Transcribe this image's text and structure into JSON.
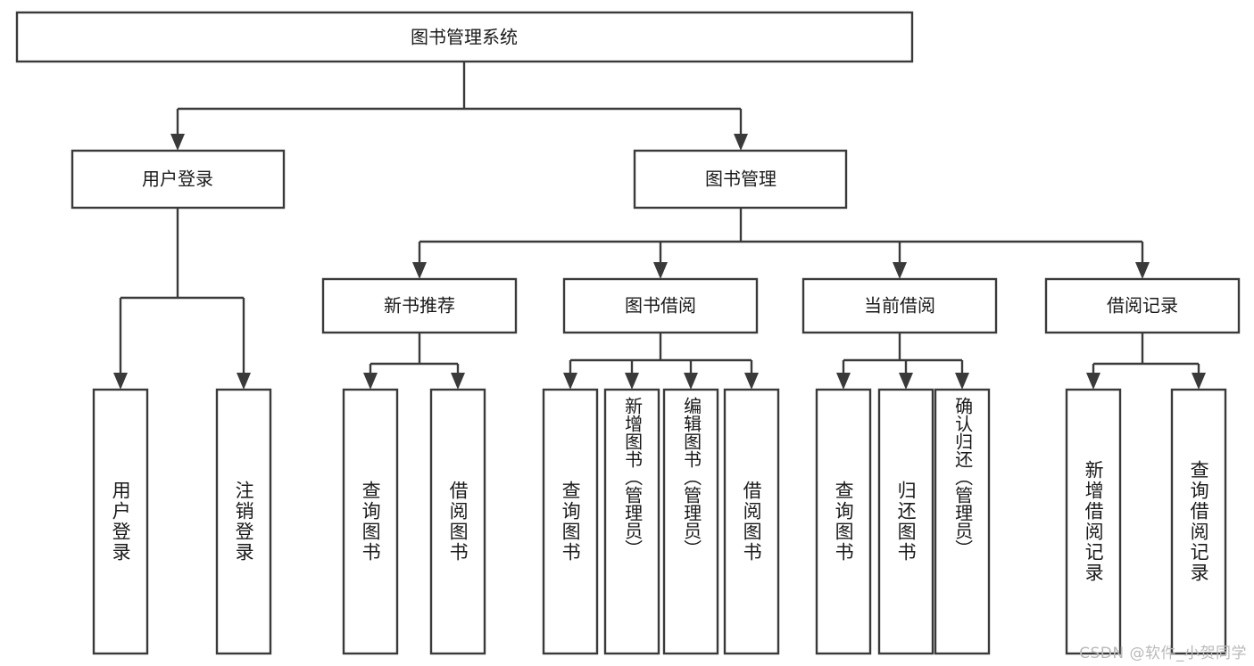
{
  "diagram": {
    "type": "tree-hierarchy",
    "title": "图书管理系统",
    "watermark": "CSDN @软件_小贺同学",
    "colors": {
      "background": "#ffffff",
      "stroke": "#3a3a3a",
      "box_fill": "#ffffff",
      "text": "#1a1a1a",
      "watermark": "#b9b9b9"
    },
    "root": {
      "label": "图书管理系统",
      "orientation": "horizontal"
    },
    "level2": [
      {
        "label": "用户登录",
        "orientation": "horizontal"
      },
      {
        "label": "图书管理",
        "orientation": "horizontal"
      }
    ],
    "level3": [
      {
        "label": "新书推荐",
        "orientation": "horizontal"
      },
      {
        "label": "图书借阅",
        "orientation": "horizontal"
      },
      {
        "label": "当前借阅",
        "orientation": "horizontal"
      },
      {
        "label": "借阅记录",
        "orientation": "horizontal"
      }
    ],
    "leaves": {
      "user_login": [
        {
          "label": "用户登录",
          "orientation": "vertical"
        },
        {
          "label": "注销登录",
          "orientation": "vertical"
        }
      ],
      "new_book_recommend": [
        {
          "label": "查询图书",
          "orientation": "vertical"
        },
        {
          "label": "借阅图书",
          "orientation": "vertical"
        }
      ],
      "book_borrow": [
        {
          "label": "查询图书",
          "orientation": "vertical"
        },
        {
          "label": "新增图书（管理员）",
          "orientation": "vertical"
        },
        {
          "label": "编辑图书（管理员）",
          "orientation": "vertical"
        },
        {
          "label": "借阅图书",
          "orientation": "vertical"
        }
      ],
      "current_borrow": [
        {
          "label": "查询图书",
          "orientation": "vertical"
        },
        {
          "label": "归还图书",
          "orientation": "vertical"
        },
        {
          "label": "确认归还（管理员）",
          "orientation": "vertical"
        }
      ],
      "borrow_record": [
        {
          "label": "新增借阅记录",
          "orientation": "vertical"
        },
        {
          "label": "查询借阅记录",
          "orientation": "vertical"
        }
      ]
    }
  }
}
